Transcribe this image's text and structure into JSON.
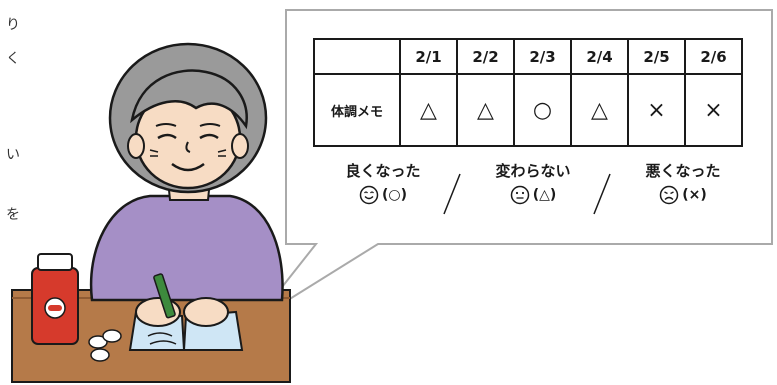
{
  "memo": {
    "corner_label": "",
    "dates": [
      "2/1",
      "2/2",
      "2/3",
      "2/4",
      "2/5",
      "2/6"
    ],
    "row_label": "体調メモ",
    "marks": [
      "△",
      "△",
      "○",
      "△",
      "×",
      "×"
    ]
  },
  "legend": [
    {
      "title": "良くなった",
      "face": "smile-face-icon",
      "symbol": "(○)"
    },
    {
      "title": "変わらない",
      "face": "neutral-face-icon",
      "symbol": "(△)"
    },
    {
      "title": "悪くなった",
      "face": "sad-face-icon",
      "symbol": "(×)"
    }
  ],
  "side_text": [
    "り",
    "く",
    "い",
    "を"
  ],
  "colors": {
    "sweater": "#a58fc6",
    "hair": "#9a9a9a",
    "skin": "#f7dcc4",
    "table_wood": "#b57a49",
    "bottle_red": "#d63a2c",
    "notebook": "#cfe6f5",
    "pen": "#3d8a3d"
  }
}
